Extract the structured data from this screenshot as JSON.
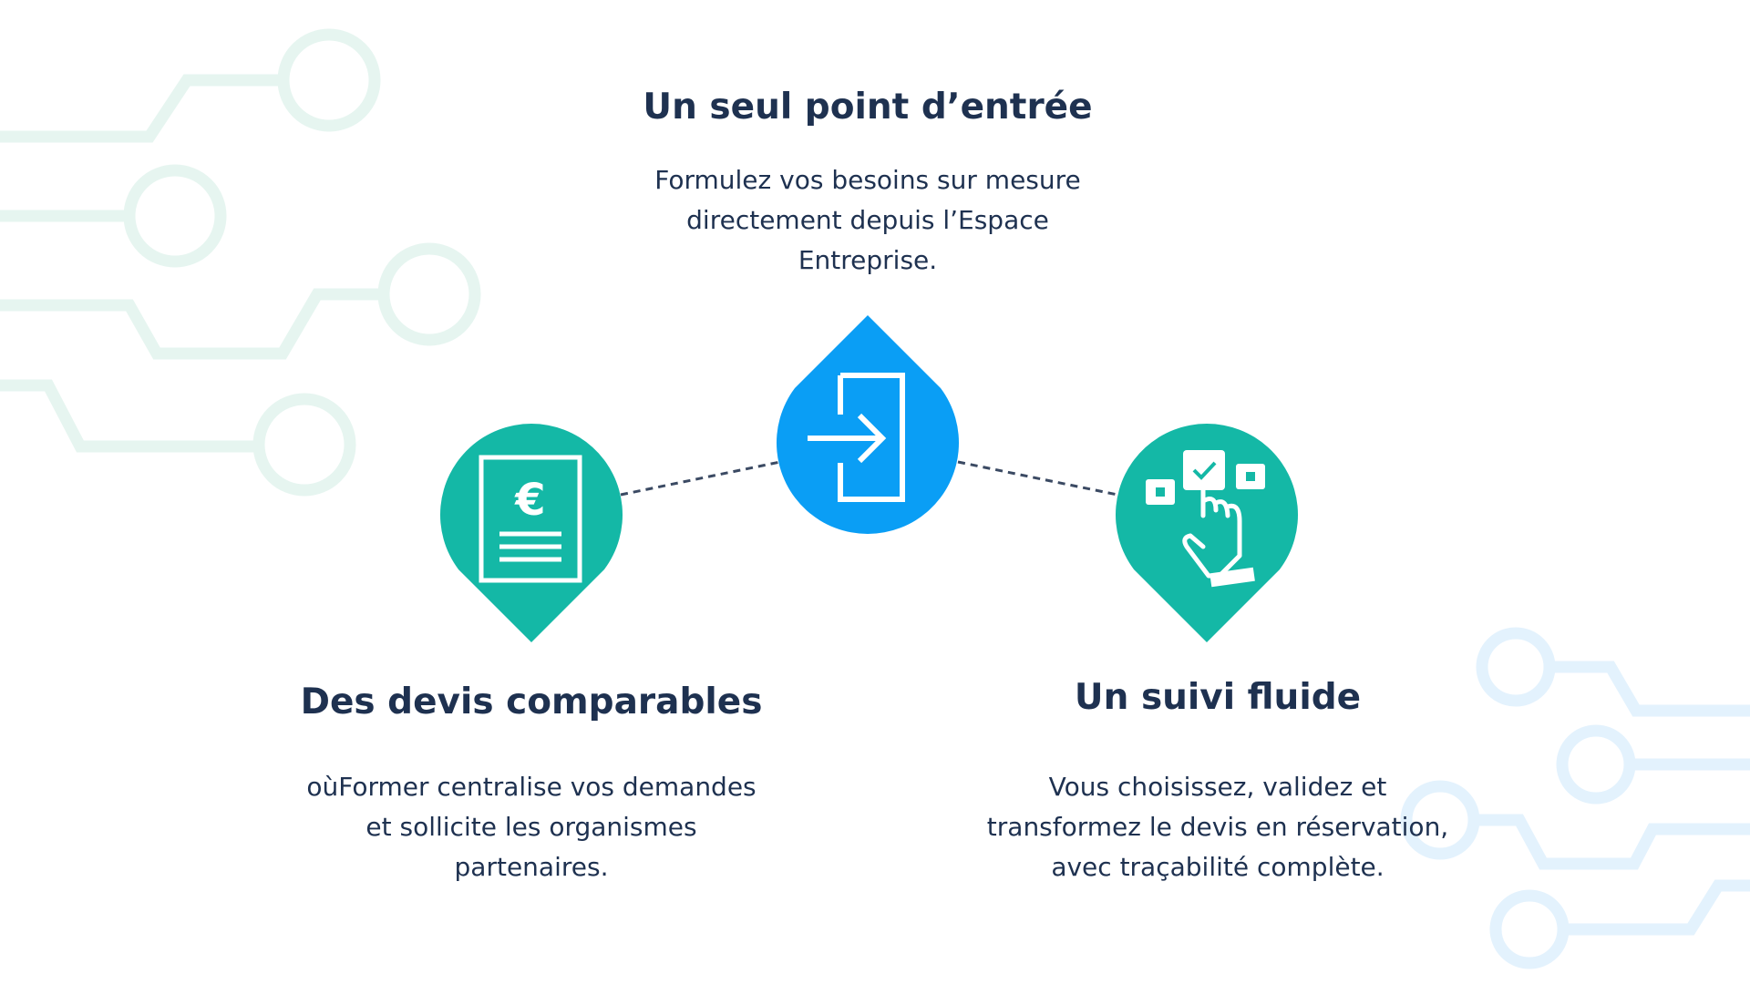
{
  "colors": {
    "navy": "#1e3150",
    "teal": "#14b8a6",
    "blue": "#0a9ef5",
    "circuit_left": "#e6f5f0",
    "circuit_right": "#e3f2fd",
    "connector": "#3b4a63"
  },
  "nodes": {
    "top": {
      "title": "Un seul point d’entrée",
      "lines": [
        "Formulez vos besoins sur mesure",
        "directement depuis l’Espace",
        "Entreprise."
      ],
      "icon": "enter-door-icon"
    },
    "left": {
      "title": "Des devis comparables",
      "lines": [
        "oùFormer centralise vos demandes",
        "et sollicite les organismes",
        "partenaires."
      ],
      "icon": "euro-invoice-icon"
    },
    "right": {
      "title": "Un suivi fluide",
      "lines": [
        "Vous choisissez, validez et",
        "transformez le devis en réservation,",
        "avec traçabilité complète."
      ],
      "icon": "hand-select-checkbox-icon"
    }
  }
}
